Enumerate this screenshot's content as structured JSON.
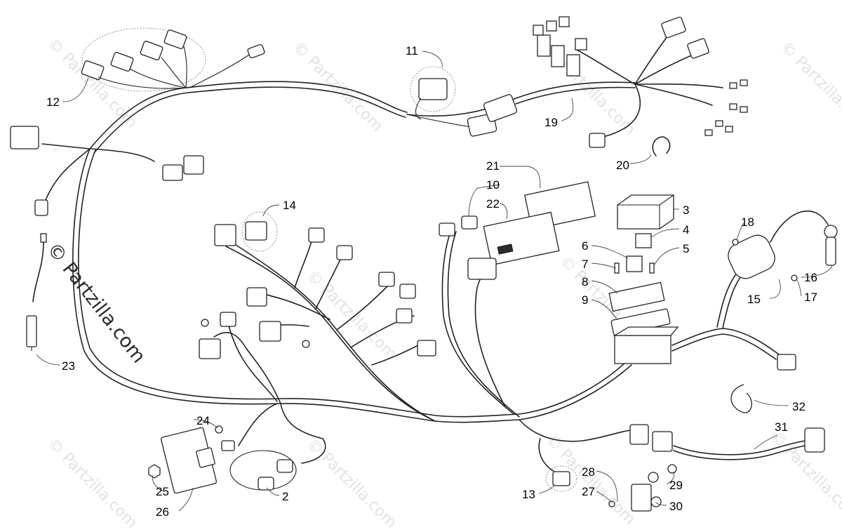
{
  "diagram": {
    "callouts": [
      {
        "id": "c2",
        "label": "2"
      },
      {
        "id": "c3",
        "label": "3"
      },
      {
        "id": "c4",
        "label": "4"
      },
      {
        "id": "c5",
        "label": "5"
      },
      {
        "id": "c6",
        "label": "6"
      },
      {
        "id": "c7",
        "label": "7"
      },
      {
        "id": "c8",
        "label": "8"
      },
      {
        "id": "c9",
        "label": "9"
      },
      {
        "id": "c10",
        "label": "10"
      },
      {
        "id": "c11",
        "label": "11"
      },
      {
        "id": "c12",
        "label": "12"
      },
      {
        "id": "c13",
        "label": "13"
      },
      {
        "id": "c14",
        "label": "14"
      },
      {
        "id": "c15",
        "label": "15"
      },
      {
        "id": "c16",
        "label": "16"
      },
      {
        "id": "c17",
        "label": "17"
      },
      {
        "id": "c18",
        "label": "18"
      },
      {
        "id": "c19",
        "label": "19"
      },
      {
        "id": "c20",
        "label": "20"
      },
      {
        "id": "c21",
        "label": "21"
      },
      {
        "id": "c22",
        "label": "22"
      },
      {
        "id": "c23",
        "label": "23"
      },
      {
        "id": "c24",
        "label": "24"
      },
      {
        "id": "c25",
        "label": "25"
      },
      {
        "id": "c26",
        "label": "26"
      },
      {
        "id": "c27",
        "label": "27"
      },
      {
        "id": "c28",
        "label": "28"
      },
      {
        "id": "c29",
        "label": "29"
      },
      {
        "id": "c30",
        "label": "30"
      },
      {
        "id": "c31",
        "label": "31"
      },
      {
        "id": "c32",
        "label": "32"
      }
    ],
    "watermark_main": "© Partzilla.com",
    "watermark_faint": "© Partzilla.com"
  }
}
